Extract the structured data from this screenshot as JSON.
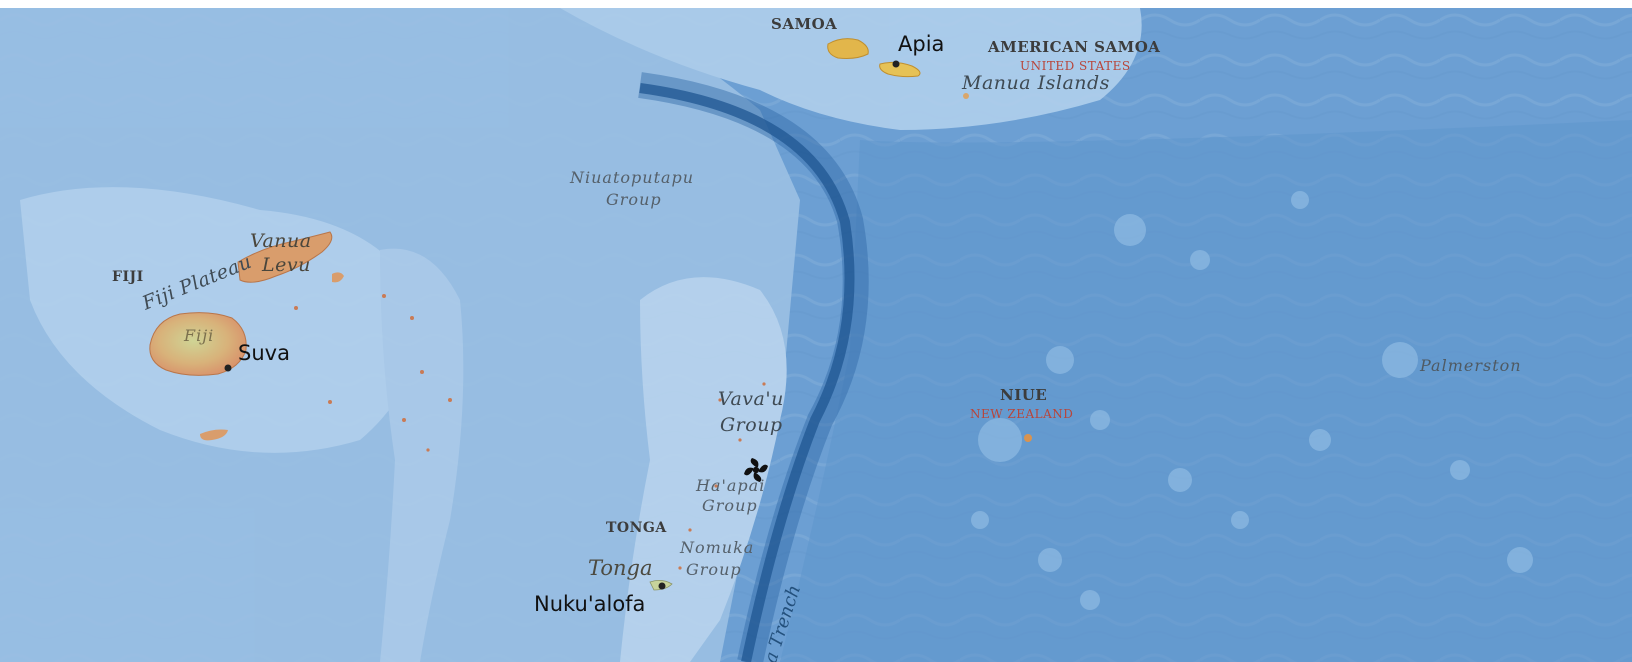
{
  "map": {
    "colors": {
      "ocean": "#6a9ed2",
      "plateau": "#a9ccea",
      "trench": "#2d6aa8",
      "land": "#d99a6c",
      "land_high": "#c9d08f",
      "samoa_land": "#e2b64b"
    },
    "labels": {
      "samoa": "SAMOA",
      "apia": "Apia",
      "american_samoa": "AMERICAN SAMOA",
      "united_states": "UNITED STATES",
      "manua_islands": "Manua Islands",
      "niuatoputapu_line1": "Niuatoputapu",
      "niuatoputapu_line2": "Group",
      "fiji_country": "FIJI",
      "fiji_plateau": "Fiji Plateau",
      "vanua": "Vanua",
      "levu": "Levu",
      "fiji_island": "Fiji",
      "suva": "Suva",
      "vavau_line1": "Vava'u",
      "vavau_line2": "Group",
      "haapai_line1": "Ha'apai",
      "haapai_line2": "Group",
      "tonga_country": "TONGA",
      "tonga_island": "Tonga",
      "nomuka_line1": "Nomuka",
      "nomuka_line2": "Group",
      "nukualofa": "Nuku'alofa",
      "trench": "a Trench",
      "niue": "NIUE",
      "new_zealand": "NEW ZEALAND",
      "palmerston": "Palmerston"
    },
    "icons": {
      "storm": "tropical-storm-icon",
      "city": "city-dot-icon"
    }
  }
}
